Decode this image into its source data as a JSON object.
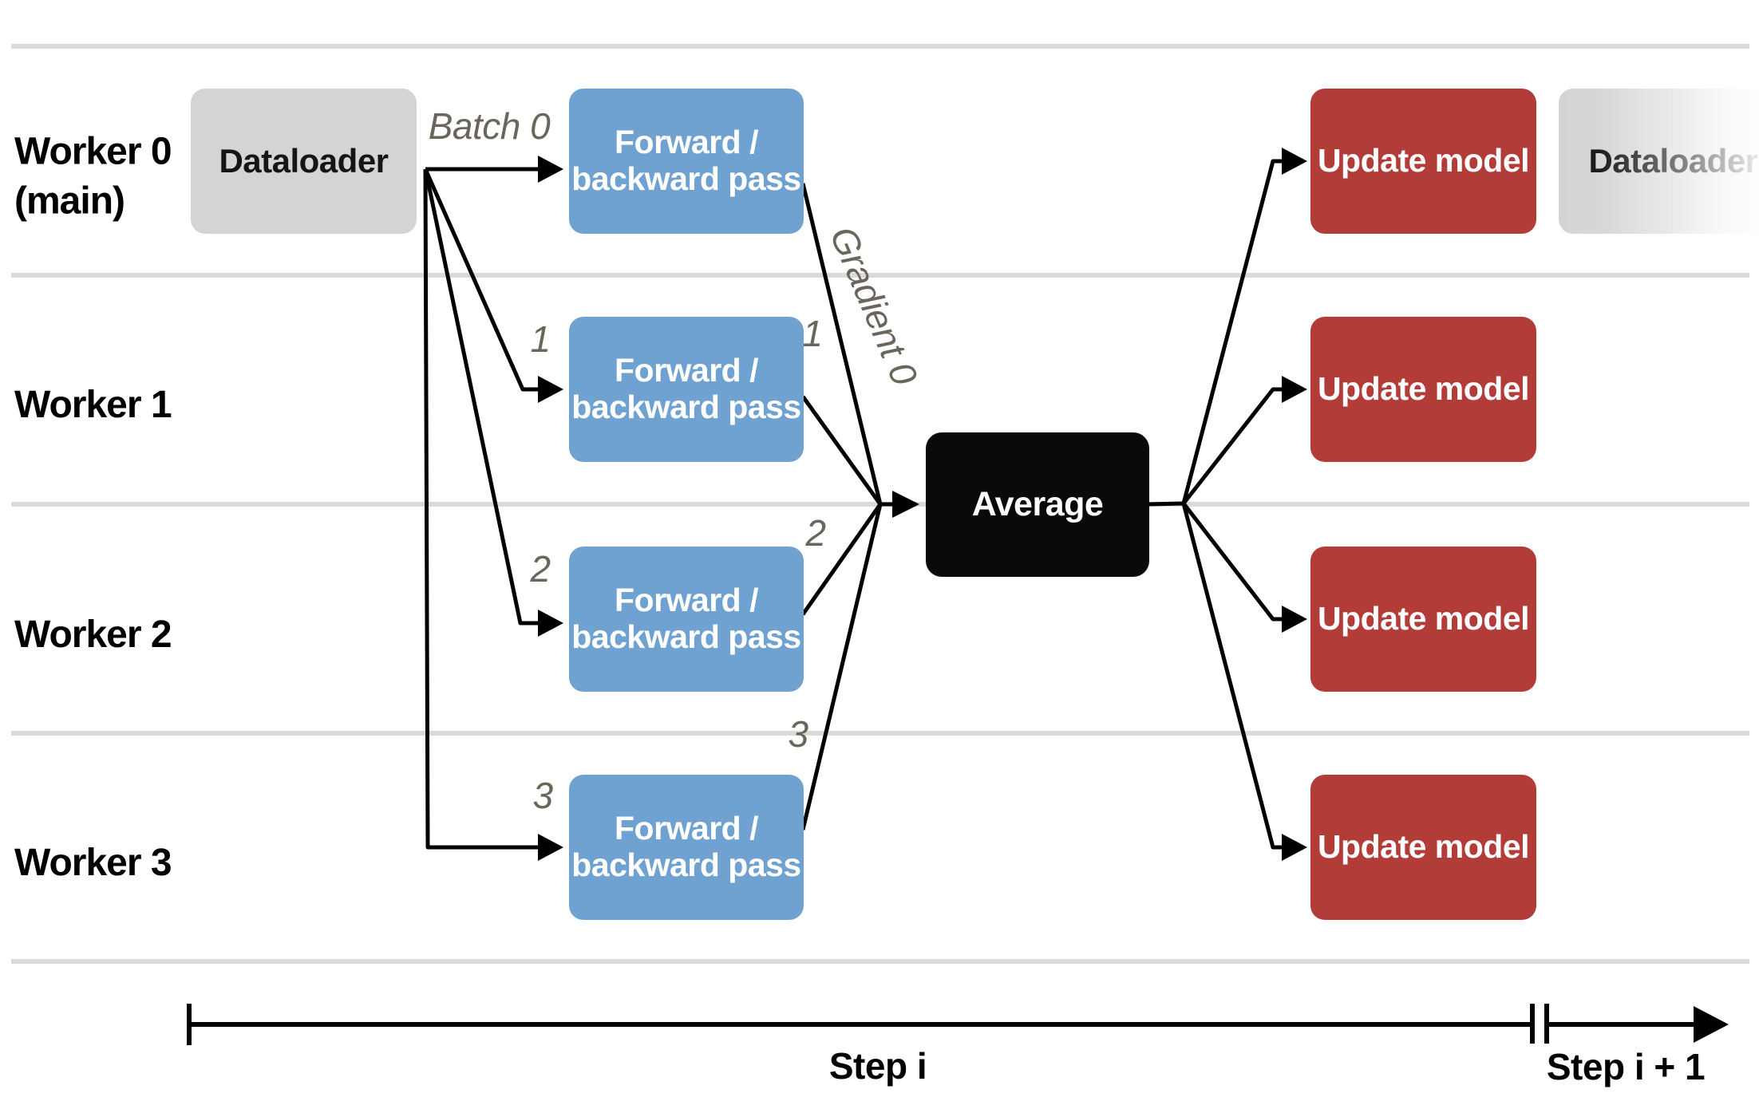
{
  "rows": [
    {
      "id": "worker-0",
      "label_line1": "Worker 0",
      "label_line2": "(main)"
    },
    {
      "id": "worker-1",
      "label_line1": "Worker 1",
      "label_line2": ""
    },
    {
      "id": "worker-2",
      "label_line1": "Worker 2",
      "label_line2": ""
    },
    {
      "id": "worker-3",
      "label_line1": "Worker 3",
      "label_line2": ""
    }
  ],
  "boxes": {
    "dataloader": {
      "label": "Dataloader"
    },
    "forward_backward": {
      "line1": "Forward /",
      "line2": "backward pass"
    },
    "average": {
      "label": "Average"
    },
    "update_model": {
      "label": "Update model"
    },
    "next_dataloader": {
      "label": "Dataloader"
    }
  },
  "annotations": {
    "batch_label": "Batch 0",
    "gradient_label": "Gradient 0",
    "batch_numbers": [
      "1",
      "2",
      "3"
    ],
    "gradient_numbers": [
      "1",
      "2",
      "3"
    ]
  },
  "timeline": {
    "step_current": "Step i",
    "step_next": "Step i + 1"
  },
  "colors": {
    "forward_box_blue": "#6fa2d0",
    "update_box_red": "#b23c38",
    "dataloader_gray": "#d5d4d2",
    "average_black": "#0a0a0a",
    "annotation_gray": "#6b665c",
    "separator_gray": "#dadad8"
  }
}
